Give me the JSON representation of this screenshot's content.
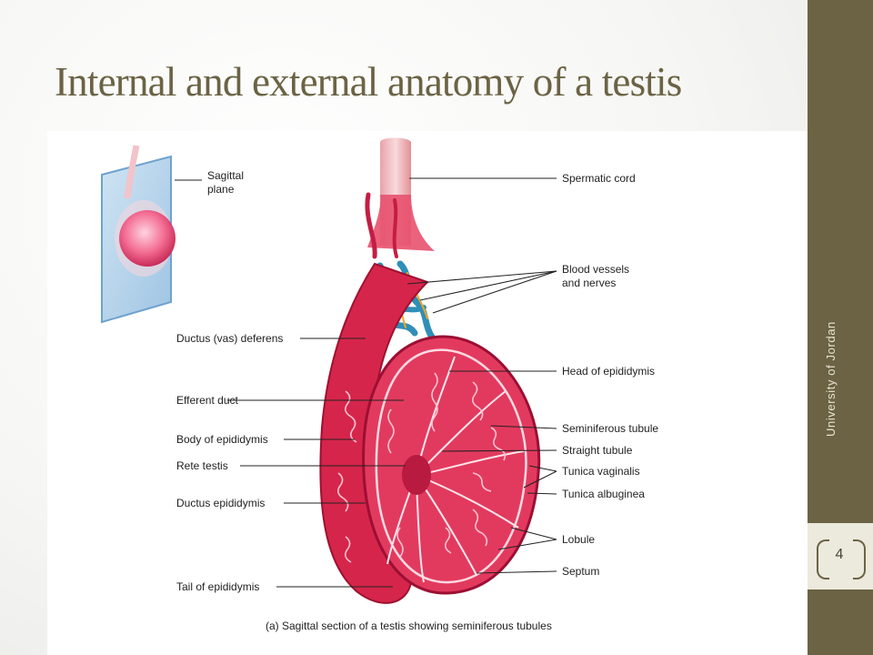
{
  "slide": {
    "title": "Internal and external anatomy of a testis",
    "sidebar_text": "University of Jordan",
    "page_number": "4",
    "colors": {
      "sidebar": "#6b6344",
      "title": "#6b6344",
      "tissue": "#d9284e",
      "vessel": "#2f8fb8"
    }
  },
  "diagram": {
    "inset_labels": {
      "sagittal_plane_line1": "Sagittal",
      "sagittal_plane_line2": "plane"
    },
    "right_labels": {
      "spermatic_cord": "Spermatic cord",
      "blood_vessels_line1": "Blood vessels",
      "blood_vessels_line2": "and nerves",
      "head_of_epididymis": "Head of epididymis",
      "seminiferous_tubule": "Seminiferous tubule",
      "straight_tubule": "Straight tubule",
      "tunica_vaginalis": "Tunica vaginalis",
      "tunica_albuginea": "Tunica albuginea",
      "lobule": "Lobule",
      "septum": "Septum"
    },
    "left_labels": {
      "ductus_deferens": "Ductus (vas) deferens",
      "efferent_duct": "Efferent duct",
      "body_of_epididymis": "Body of epididymis",
      "rete_testis": "Rete testis",
      "ductus_epididymis": "Ductus epididymis",
      "tail_of_epididymis": "Tail of epididymis"
    },
    "caption": "(a) Sagittal section of a testis showing seminiferous tubules"
  }
}
